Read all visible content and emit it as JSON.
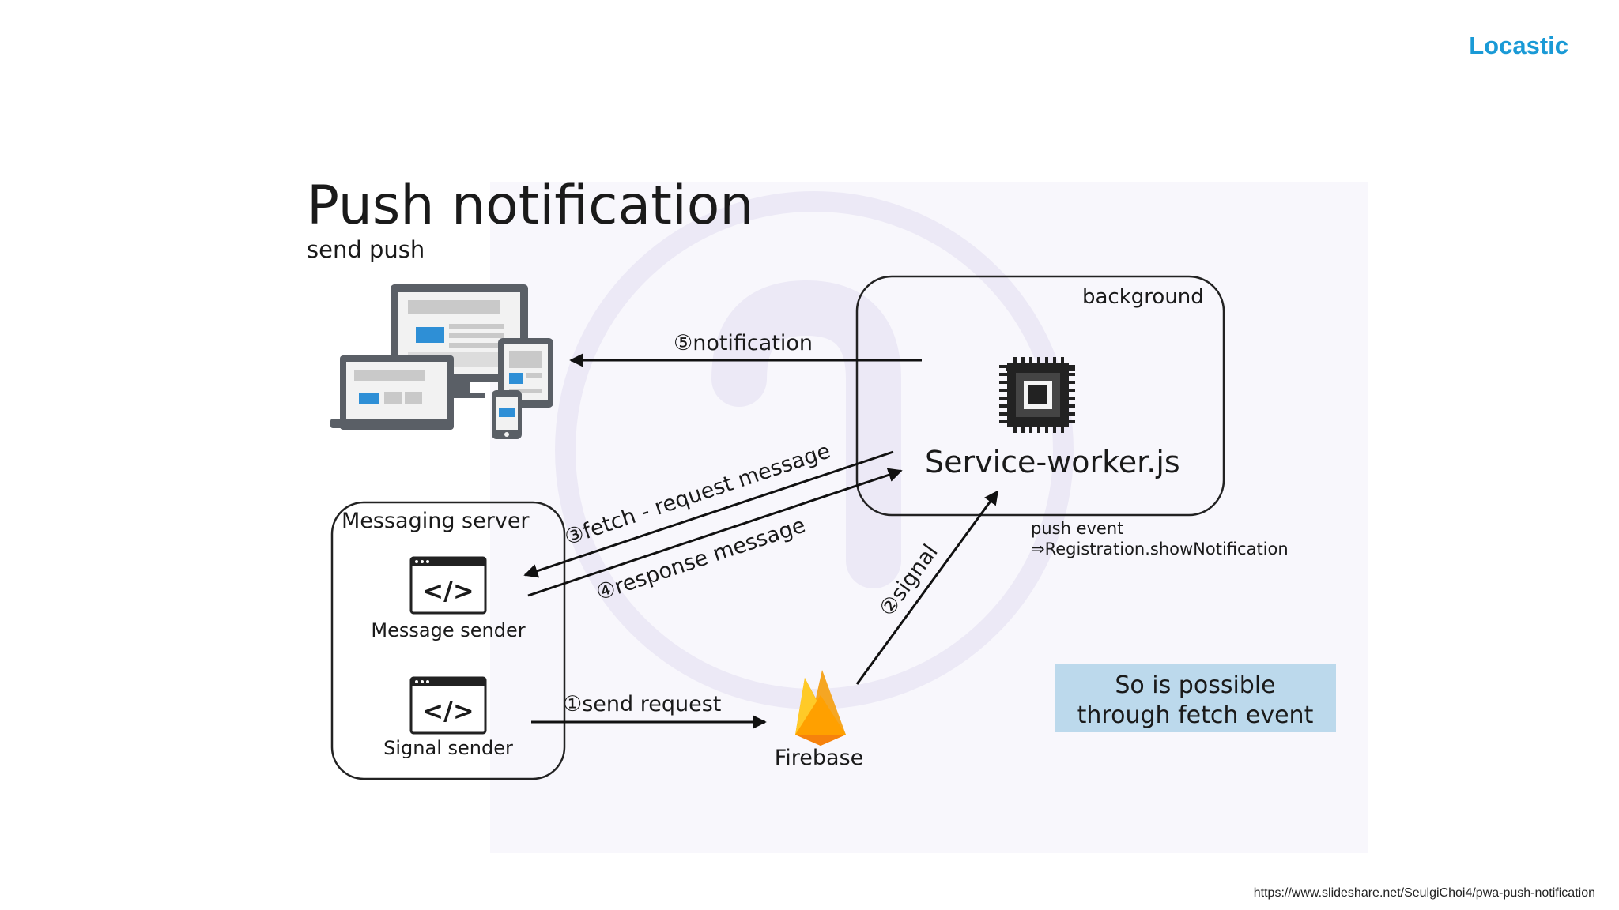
{
  "brand": "Locastic",
  "source_url": "https://www.slideshare.net/SeulgiChoi4/pwa-push-notification",
  "diagram": {
    "title": "Push notification",
    "subtitle": "send push",
    "background_box_label": "background",
    "service_worker_label": "Service-worker.js",
    "push_event_line1": "push event",
    "push_event_line2": "⇒Registration.showNotification",
    "messaging_server_label": "Messaging server",
    "message_sender_label": "Message sender",
    "signal_sender_label": "Signal sender",
    "firebase_label": "Firebase",
    "code_glyph": "</>",
    "arrows": {
      "notification": "⑤notification",
      "fetch_request": "③fetch - request message",
      "response": "④response message",
      "signal": "②signal",
      "send_request": "①send request"
    },
    "callout_line1": "So is possible",
    "callout_line2": "through fetch event"
  },
  "colors": {
    "brand": "#1a9ad6",
    "callout_bg": "#bcd9ec",
    "watermark": "#ece9f6",
    "device_blue": "#2e8fd6",
    "firebase_orange": "#f5a623",
    "firebase_yellow": "#ffca28"
  }
}
